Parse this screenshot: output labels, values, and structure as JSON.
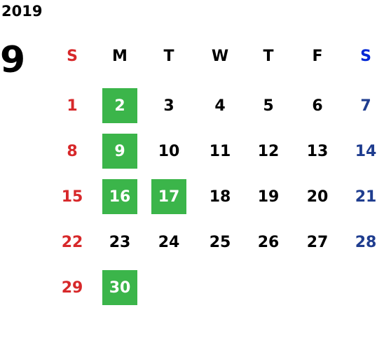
{
  "calendar": {
    "year": "2019",
    "month": "9",
    "weekdays": [
      "S",
      "M",
      "T",
      "W",
      "T",
      "F",
      "S"
    ],
    "highlight_color": "#3bb54a",
    "sunday_color": "#d7282a",
    "saturday_color": "#1f3d8f",
    "weeks": [
      [
        {
          "d": "1"
        },
        {
          "d": "2",
          "hl": true
        },
        {
          "d": "3"
        },
        {
          "d": "4"
        },
        {
          "d": "5"
        },
        {
          "d": "6"
        },
        {
          "d": "7"
        }
      ],
      [
        {
          "d": "8"
        },
        {
          "d": "9",
          "hl": true
        },
        {
          "d": "10"
        },
        {
          "d": "11"
        },
        {
          "d": "12"
        },
        {
          "d": "13"
        },
        {
          "d": "14"
        }
      ],
      [
        {
          "d": "15"
        },
        {
          "d": "16",
          "hl": true
        },
        {
          "d": "17",
          "hl": true
        },
        {
          "d": "18"
        },
        {
          "d": "19"
        },
        {
          "d": "20"
        },
        {
          "d": "21"
        }
      ],
      [
        {
          "d": "22"
        },
        {
          "d": "23"
        },
        {
          "d": "24"
        },
        {
          "d": "25"
        },
        {
          "d": "26"
        },
        {
          "d": "27"
        },
        {
          "d": "28"
        }
      ],
      [
        {
          "d": "29"
        },
        {
          "d": "30",
          "hl": true
        }
      ]
    ]
  }
}
